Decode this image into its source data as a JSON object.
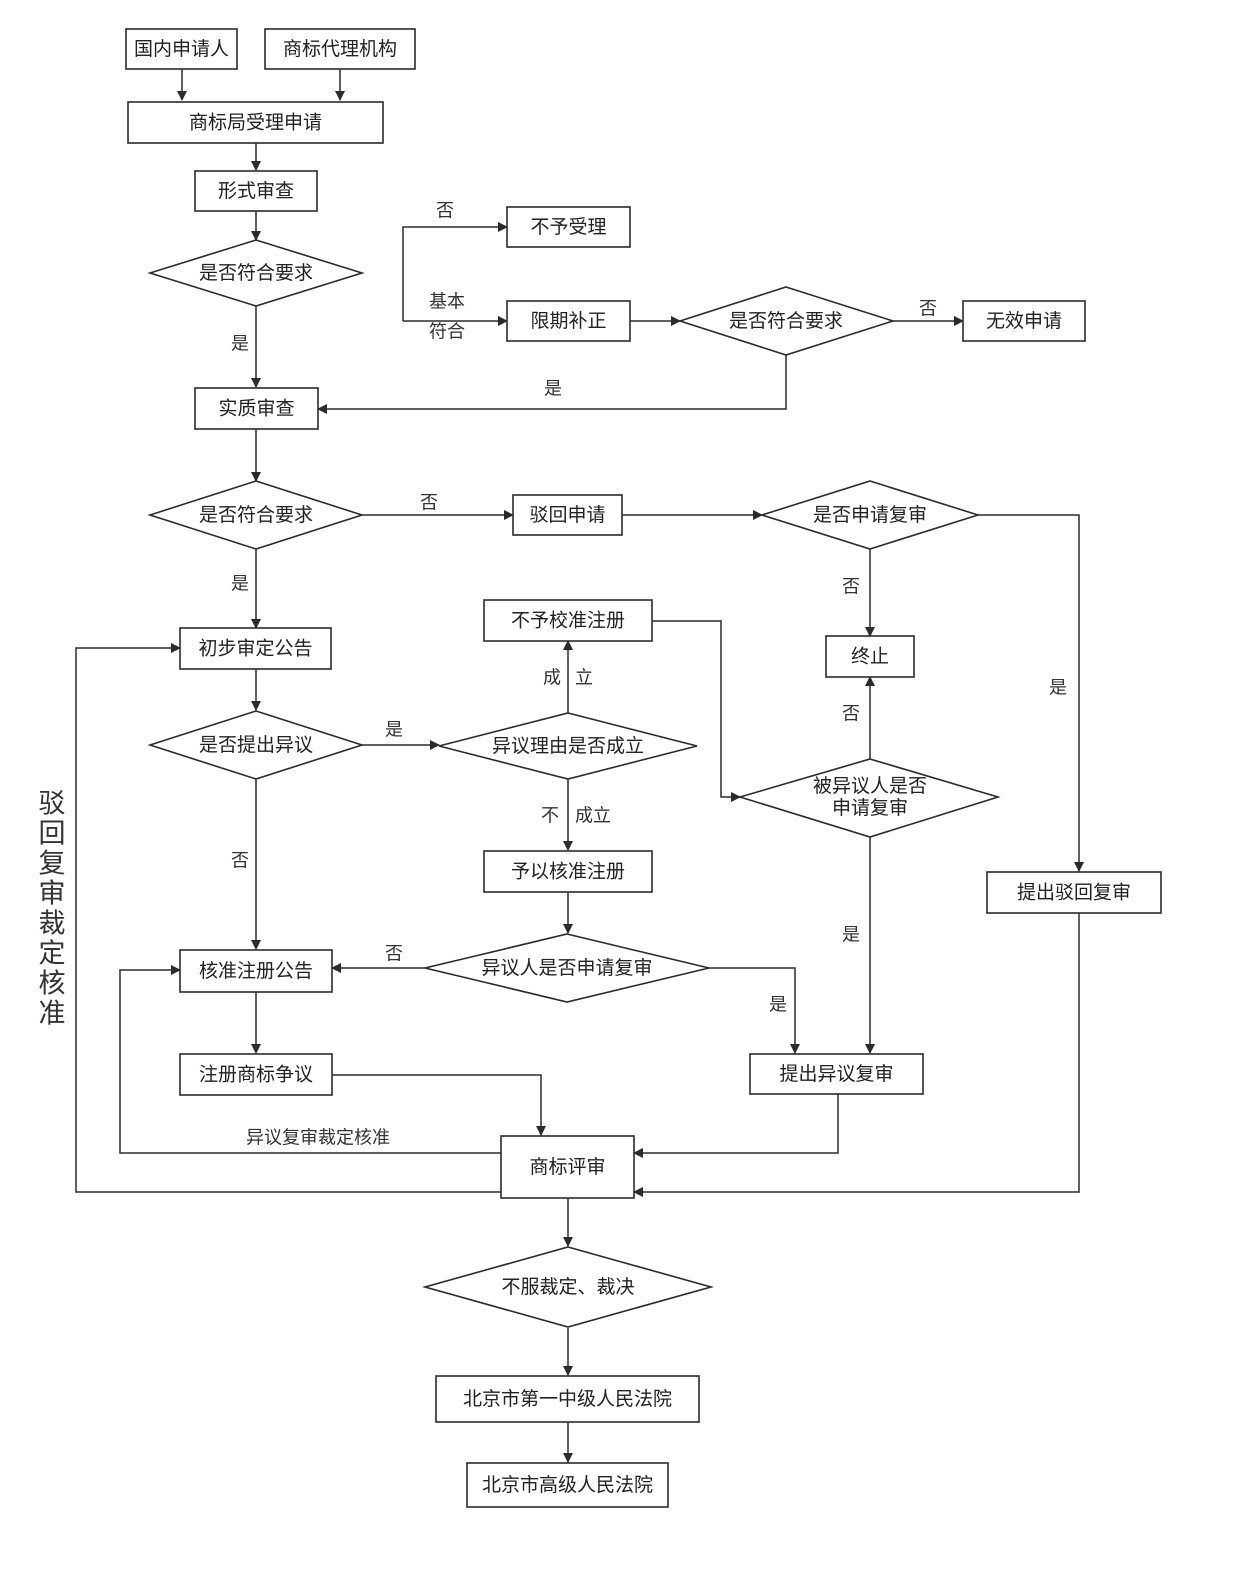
{
  "nodes": {
    "domestic_applicant": "国内申请人",
    "agency": "商标代理机构",
    "office_accepts": "商标局受理申请",
    "formal_review": "形式审查",
    "meets_req_1": "是否符合要求",
    "not_accepted": "不予受理",
    "correct_in_time": "限期补正",
    "meets_req_2": "是否符合要求",
    "invalid_application": "无效申请",
    "substantive_review": "实质审查",
    "meets_req_3": "是否符合要求",
    "reject_application": "驳回申请",
    "apply_review_q": "是否申请复审",
    "prelim_announcement": "初步审定公告",
    "not_approved_registration": "不予校准注册",
    "terminate": "终止",
    "objection_raised_q": "是否提出异议",
    "objection_valid_q": "异议理由是否成立",
    "opposed_party_review_line1": "被异议人是否",
    "opposed_party_review_line2": "申请复审",
    "approve_registration": "予以核准注册",
    "submit_reject_review": "提出驳回复审",
    "registration_announcement": "核准注册公告",
    "objector_review_q": "异议人是否申请复审",
    "registration_dispute": "注册商标争议",
    "submit_objection_review": "提出异议复审",
    "trademark_review": "商标评审",
    "disagree_ruling": "不服裁定、裁决",
    "court_first": "北京市第一中级人民法院",
    "court_high": "北京市高级人民法院"
  },
  "labels": {
    "yes": "是",
    "no": "否",
    "basically_line1": "基本",
    "basically_line2": "符合",
    "established_a": "成",
    "established_b": "立",
    "not_established_a": "不",
    "not_established_b": "成立",
    "objection_review_approved": "异议复审裁定核准"
  },
  "side_label": [
    "驳",
    "回",
    "复",
    "审",
    "裁",
    "定",
    "核",
    "准"
  ]
}
